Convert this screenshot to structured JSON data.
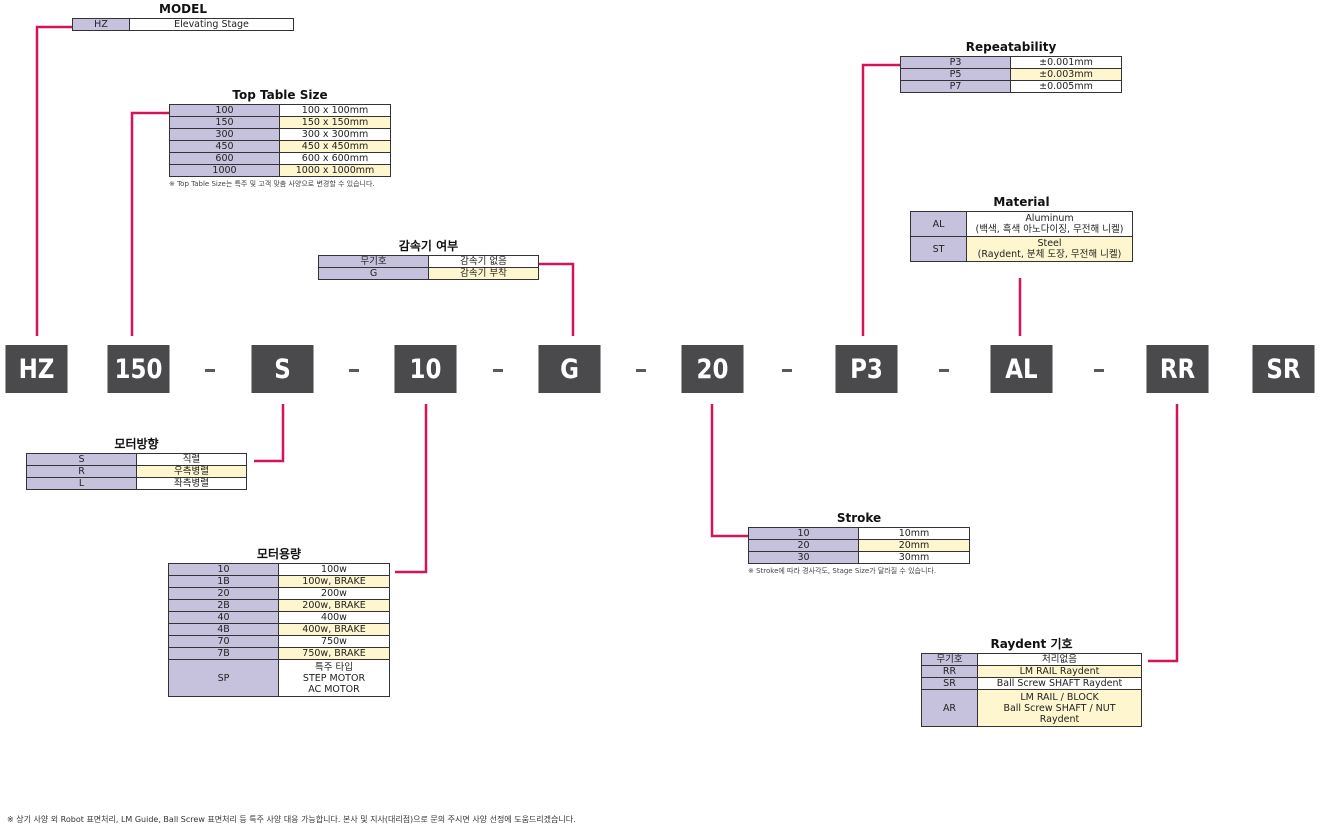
{
  "code_boxes": [
    {
      "label": "HZ"
    },
    {
      "label": "150"
    },
    {
      "label": "S"
    },
    {
      "label": "10"
    },
    {
      "label": "G"
    },
    {
      "label": "20"
    },
    {
      "label": "P3"
    },
    {
      "label": "AL"
    },
    {
      "label": "RR"
    },
    {
      "label": "SR"
    }
  ],
  "colors": {
    "connector": "#d4145a",
    "code_box_bg": "#4a4a4c",
    "code_cell_bg": "#c6c2de",
    "highlight_bg": "#fdf6cf"
  },
  "model": {
    "title": "MODEL",
    "rows": [
      {
        "code": "HZ",
        "value": "Elevating Stage"
      }
    ]
  },
  "top_table_size": {
    "title": "Top Table Size",
    "rows": [
      {
        "code": "100",
        "value": "100 x 100mm"
      },
      {
        "code": "150",
        "value": "150 x 150mm"
      },
      {
        "code": "300",
        "value": "300 x 300mm"
      },
      {
        "code": "450",
        "value": "450 x 450mm"
      },
      {
        "code": "600",
        "value": "600 x 600mm"
      },
      {
        "code": "1000",
        "value": "1000 x 1000mm"
      }
    ],
    "note": "※ Top Table Size는 특주 및 고객 맞춤 사양으로 변경할 수 있습니다."
  },
  "reducer": {
    "title": "감속기 여부",
    "rows": [
      {
        "code": "무기호",
        "value": "감속기 없음"
      },
      {
        "code": "G",
        "value": "감속기 부착"
      }
    ]
  },
  "repeatability": {
    "title": "Repeatability",
    "rows": [
      {
        "code": "P3",
        "value": "±0.001mm"
      },
      {
        "code": "P5",
        "value": "±0.003mm"
      },
      {
        "code": "P7",
        "value": "±0.005mm"
      }
    ]
  },
  "material": {
    "title": "Material",
    "rows": [
      {
        "code": "AL",
        "lines": [
          "Aluminum",
          "(백색, 흑색 아노다이징, 무전해 니켈)"
        ]
      },
      {
        "code": "ST",
        "lines": [
          "Steel",
          "(Raydent, 분체 도장, 무전해 니켈)"
        ]
      }
    ]
  },
  "motor_direction": {
    "title": "모터방향",
    "rows": [
      {
        "code": "S",
        "value": "직렬"
      },
      {
        "code": "R",
        "value": "우측병렬"
      },
      {
        "code": "L",
        "value": "좌측병렬"
      }
    ]
  },
  "motor_capacity": {
    "title": "모터용량",
    "rows": [
      {
        "code": "10",
        "value": "100w"
      },
      {
        "code": "1B",
        "value": "100w, BRAKE"
      },
      {
        "code": "20",
        "value": "200w"
      },
      {
        "code": "2B",
        "value": "200w, BRAKE"
      },
      {
        "code": "40",
        "value": "400w"
      },
      {
        "code": "4B",
        "value": "400w, BRAKE"
      },
      {
        "code": "70",
        "value": "750w"
      },
      {
        "code": "7B",
        "value": "750w, BRAKE"
      }
    ],
    "sp": {
      "code": "SP",
      "lines": [
        "특주 타입",
        "STEP MOTOR",
        "AC MOTOR"
      ]
    }
  },
  "stroke": {
    "title": "Stroke",
    "rows": [
      {
        "code": "10",
        "value": "10mm"
      },
      {
        "code": "20",
        "value": "20mm"
      },
      {
        "code": "30",
        "value": "30mm"
      }
    ],
    "note": "※ Stroke에 따라 경사각도, Stage Size가 달라질 수 있습니다."
  },
  "raydent": {
    "title": "Raydent 기호",
    "rows": [
      {
        "code": "무기호",
        "value": "처리없음"
      },
      {
        "code": "RR",
        "value": "LM RAIL Raydent"
      },
      {
        "code": "SR",
        "value": "Ball Screw SHAFT Raydent"
      }
    ],
    "ar": {
      "code": "AR",
      "lines": [
        "LM RAIL / BLOCK",
        "Ball Screw SHAFT / NUT",
        "Raydent"
      ]
    }
  },
  "footnote": "※ 상기 사양 외 Robot 표면처리, LM Guide, Ball Screw 표면처리 등 특주 사양 대응 가능합니다. 본사 및 지사(대리점)으로 문의 주시면 사양 선정에 도움드리겠습니다."
}
